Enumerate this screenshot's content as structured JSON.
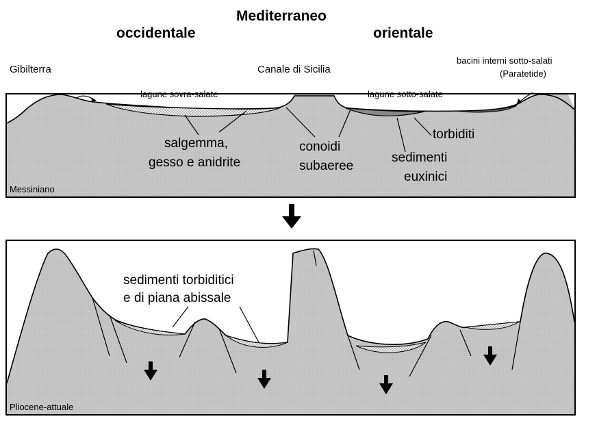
{
  "header": {
    "main_title": "Mediterraneo",
    "west": "occidentale",
    "east": "orientale"
  },
  "top_panel": {
    "place_west": "Gibilterra",
    "place_center": "Canale di Sicilia",
    "inner_basins_line1": "bacini interni sotto-salati",
    "inner_basins_line2": "(Paratetide)",
    "lagoons_west": "lagune sovra-salate",
    "lagoons_east": "lagune sotto-salate",
    "evaporites_line1": "salgemma,",
    "evaporites_line2": "gesso e anidrite",
    "fans_line1": "conoidi",
    "fans_line2": "subaeree",
    "turbidites": "torbiditi",
    "euxinic_line1": "sedimenti",
    "euxinic_line2": "euxinici",
    "period": "Messiniano"
  },
  "bottom_panel": {
    "sediments_line1": "sedimenti torbiditici",
    "sediments_line2": "e di piana abissale",
    "period": "Pliocene-attuale"
  },
  "colors": {
    "rock": "#c9c9c9",
    "outline": "#000000",
    "water": "#ffffff",
    "sediment": "#e6e6e6"
  }
}
